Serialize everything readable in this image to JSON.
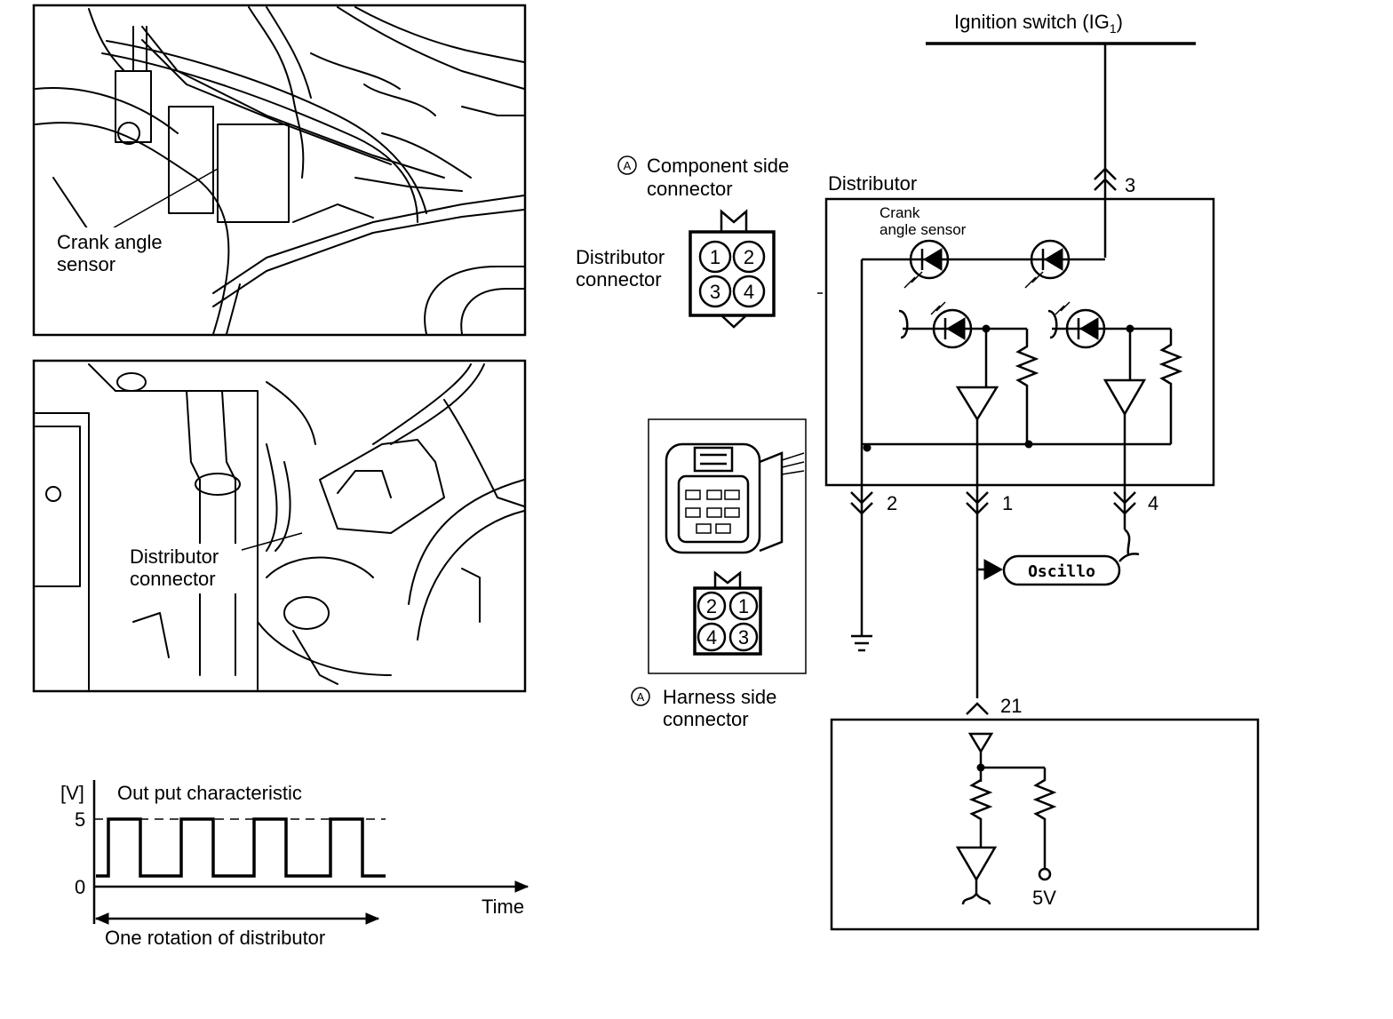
{
  "photo_top": {
    "label_line1": "Crank angle",
    "label_line2": "sensor"
  },
  "photo_bottom": {
    "label_line1": "Distributor",
    "label_line2": "connector"
  },
  "component_connector": {
    "caption_line1": "Component side",
    "caption_line2": "connector",
    "badge": "A",
    "side_label_line1": "Distributor",
    "side_label_line2": "connector",
    "pins": [
      "1",
      "2",
      "3",
      "4"
    ]
  },
  "harness_connector": {
    "caption_line1": "Harness side",
    "caption_line2": "connector",
    "badge": "A",
    "pins": [
      "2",
      "1",
      "4",
      "3"
    ]
  },
  "waveform": {
    "y_unit": "[V]",
    "title": "Out put characteristic",
    "y_high": "5",
    "y_low": "0",
    "x_label": "Time",
    "span_label": "One rotation of distributor"
  },
  "schematic": {
    "ignition_label": "Ignition switch (IG",
    "ignition_sub": "1",
    "ignition_close": ")",
    "distributor_label": "Distributor",
    "sensor_line1": "Crank",
    "sensor_line2": "angle sensor",
    "pin_3": "3",
    "pin_2": "2",
    "pin_1": "1",
    "pin_4": "4",
    "pin_21": "21",
    "oscillo_label": "Oscillo",
    "supply_label": "5V"
  }
}
